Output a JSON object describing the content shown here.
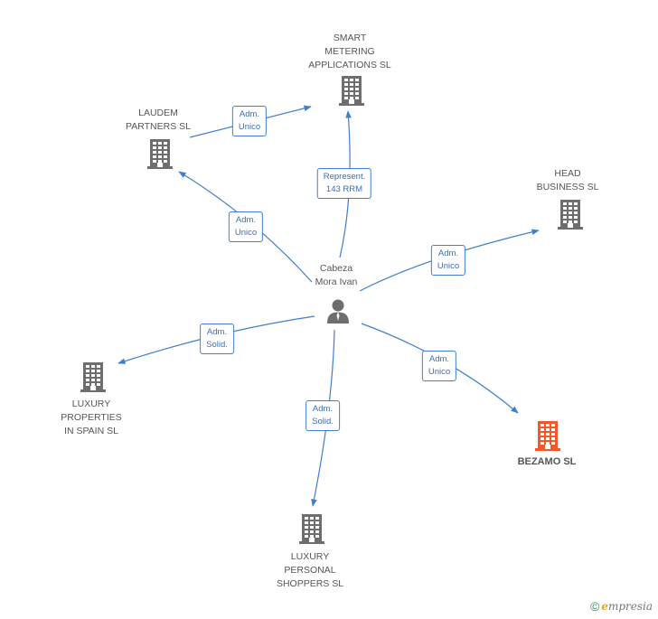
{
  "center": {
    "name": "Cabeza\nMora Ivan",
    "icon": "person-icon"
  },
  "companies": [
    {
      "id": "smart",
      "name": "SMART\nMETERING\nAPPLICATIONS SL",
      "icon": "building-icon",
      "highlight": false
    },
    {
      "id": "laudem",
      "name": "LAUDEM\nPARTNERS SL",
      "icon": "building-icon",
      "highlight": false
    },
    {
      "id": "head",
      "name": "HEAD\nBUSINESS  SL",
      "icon": "building-icon",
      "highlight": false
    },
    {
      "id": "luxprop",
      "name": "LUXURY\nPROPERTIES\nIN SPAIN  SL",
      "icon": "building-icon",
      "highlight": false
    },
    {
      "id": "bezamo",
      "name": "BEZAMO SL",
      "icon": "building-icon",
      "highlight": true
    },
    {
      "id": "luxpers",
      "name": "LUXURY\nPERSONAL\nSHOPPERS SL",
      "icon": "building-icon",
      "highlight": false
    }
  ],
  "relations": [
    {
      "from": "laudem",
      "to": "smart",
      "label": "Adm.\nUnico"
    },
    {
      "from": "center",
      "to": "smart",
      "label": "Represent.\n143 RRM"
    },
    {
      "from": "center",
      "to": "laudem",
      "label": "Adm.\nUnico"
    },
    {
      "from": "center",
      "to": "head",
      "label": "Adm.\nUnico"
    },
    {
      "from": "center",
      "to": "luxprop",
      "label": "Adm.\nSolid."
    },
    {
      "from": "center",
      "to": "bezamo",
      "label": "Adm.\nUnico"
    },
    {
      "from": "center",
      "to": "luxpers",
      "label": "Adm.\nSolid."
    }
  ],
  "colors": {
    "edge": "#3f7fcc",
    "building": "#6e6e6e",
    "building_highlight": "#f05a28",
    "person": "#6e6e6e"
  },
  "footer": {
    "copyright_symbol": "©",
    "brand_initial": "e",
    "brand_rest": "mpresia"
  }
}
